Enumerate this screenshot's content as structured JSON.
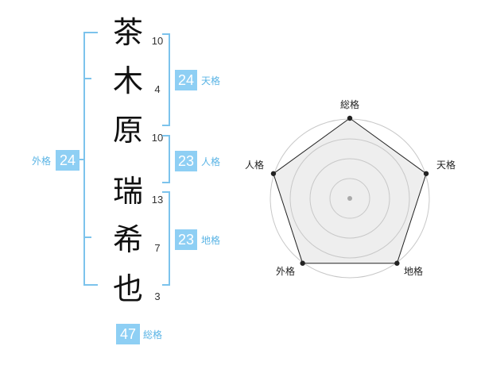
{
  "name_chars": [
    {
      "char": "茶",
      "strokes": "10"
    },
    {
      "char": "木",
      "strokes": "4"
    },
    {
      "char": "原",
      "strokes": "10"
    },
    {
      "char": "瑞",
      "strokes": "13"
    },
    {
      "char": "希",
      "strokes": "7"
    },
    {
      "char": "也",
      "strokes": "3"
    }
  ],
  "kakaku": {
    "tenkaku": {
      "value": "24",
      "label": "天格"
    },
    "jinkaku": {
      "value": "23",
      "label": "人格"
    },
    "chikaku": {
      "value": "23",
      "label": "地格"
    },
    "gaikaku": {
      "value": "24",
      "label": "外格"
    },
    "soukaku": {
      "value": "47",
      "label": "総格"
    }
  },
  "radar": {
    "axes": [
      "総格",
      "天格",
      "地格",
      "外格",
      "人格"
    ],
    "values": [
      1.0,
      1.0,
      1.0,
      1.0,
      1.0
    ],
    "rings": 4,
    "colors": {
      "fill": "#e8e8e8",
      "outline": "#222222",
      "ring": "#c8c8c8",
      "center": "#aaaaaa",
      "accent": "#8ecff4"
    }
  }
}
